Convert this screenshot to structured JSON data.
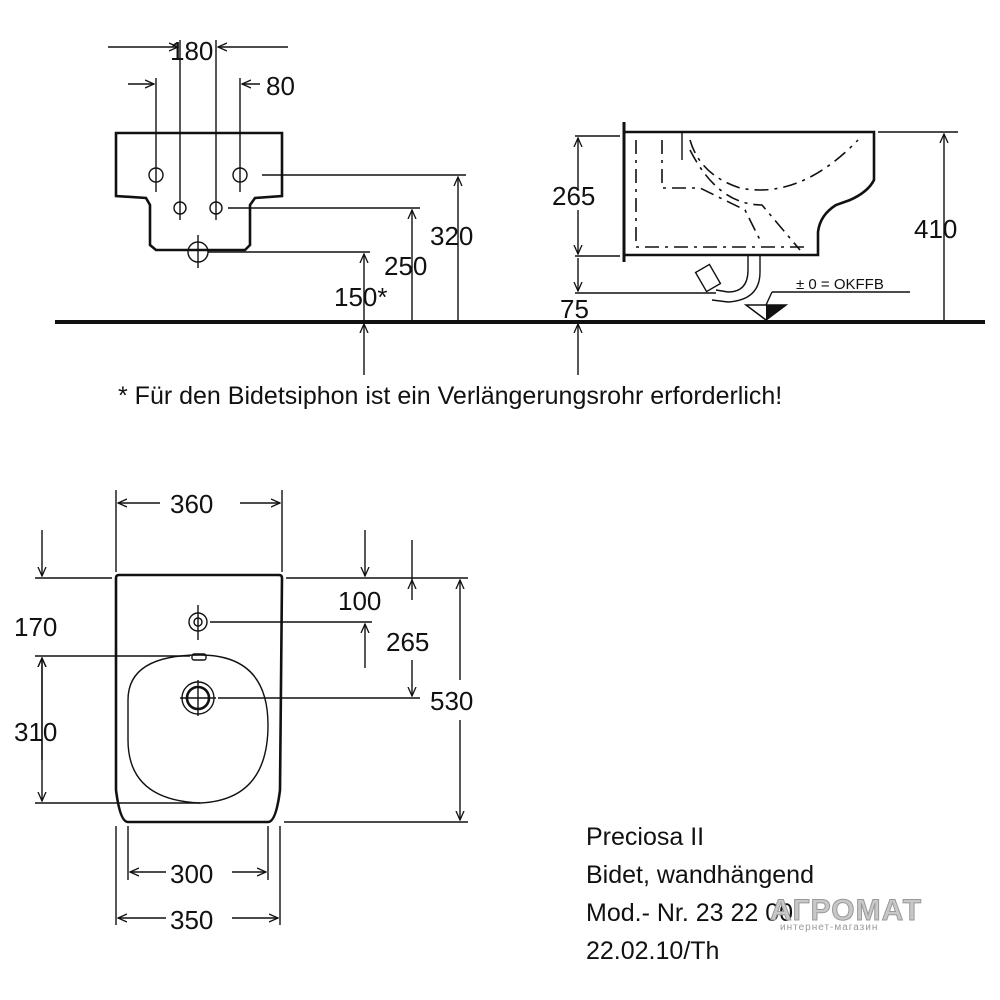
{
  "dimensions": {
    "top_view_width": "180",
    "tap_offset": "80",
    "height_320": "320",
    "height_250": "250",
    "height_150": "150*",
    "side_265": "265",
    "side_410": "410",
    "side_75": "75",
    "floor_label": "± 0 = OKFFB",
    "plan_width": "360",
    "plan_170": "170",
    "plan_310": "310",
    "plan_100": "100",
    "plan_265": "265",
    "plan_530": "530",
    "plan_300": "300",
    "plan_350": "350"
  },
  "note": "* Für den Bidetsiphon ist ein Verlängerungsrohr erforderlich!",
  "info": {
    "product": "Preciosa II",
    "type": "Bidet, wandhängend",
    "model": "Mod.- Nr. 23 22 00",
    "date": "22.02.10/Th"
  },
  "watermark": {
    "brand": "АГРОМАТ",
    "tagline": "интернет-магазин"
  }
}
